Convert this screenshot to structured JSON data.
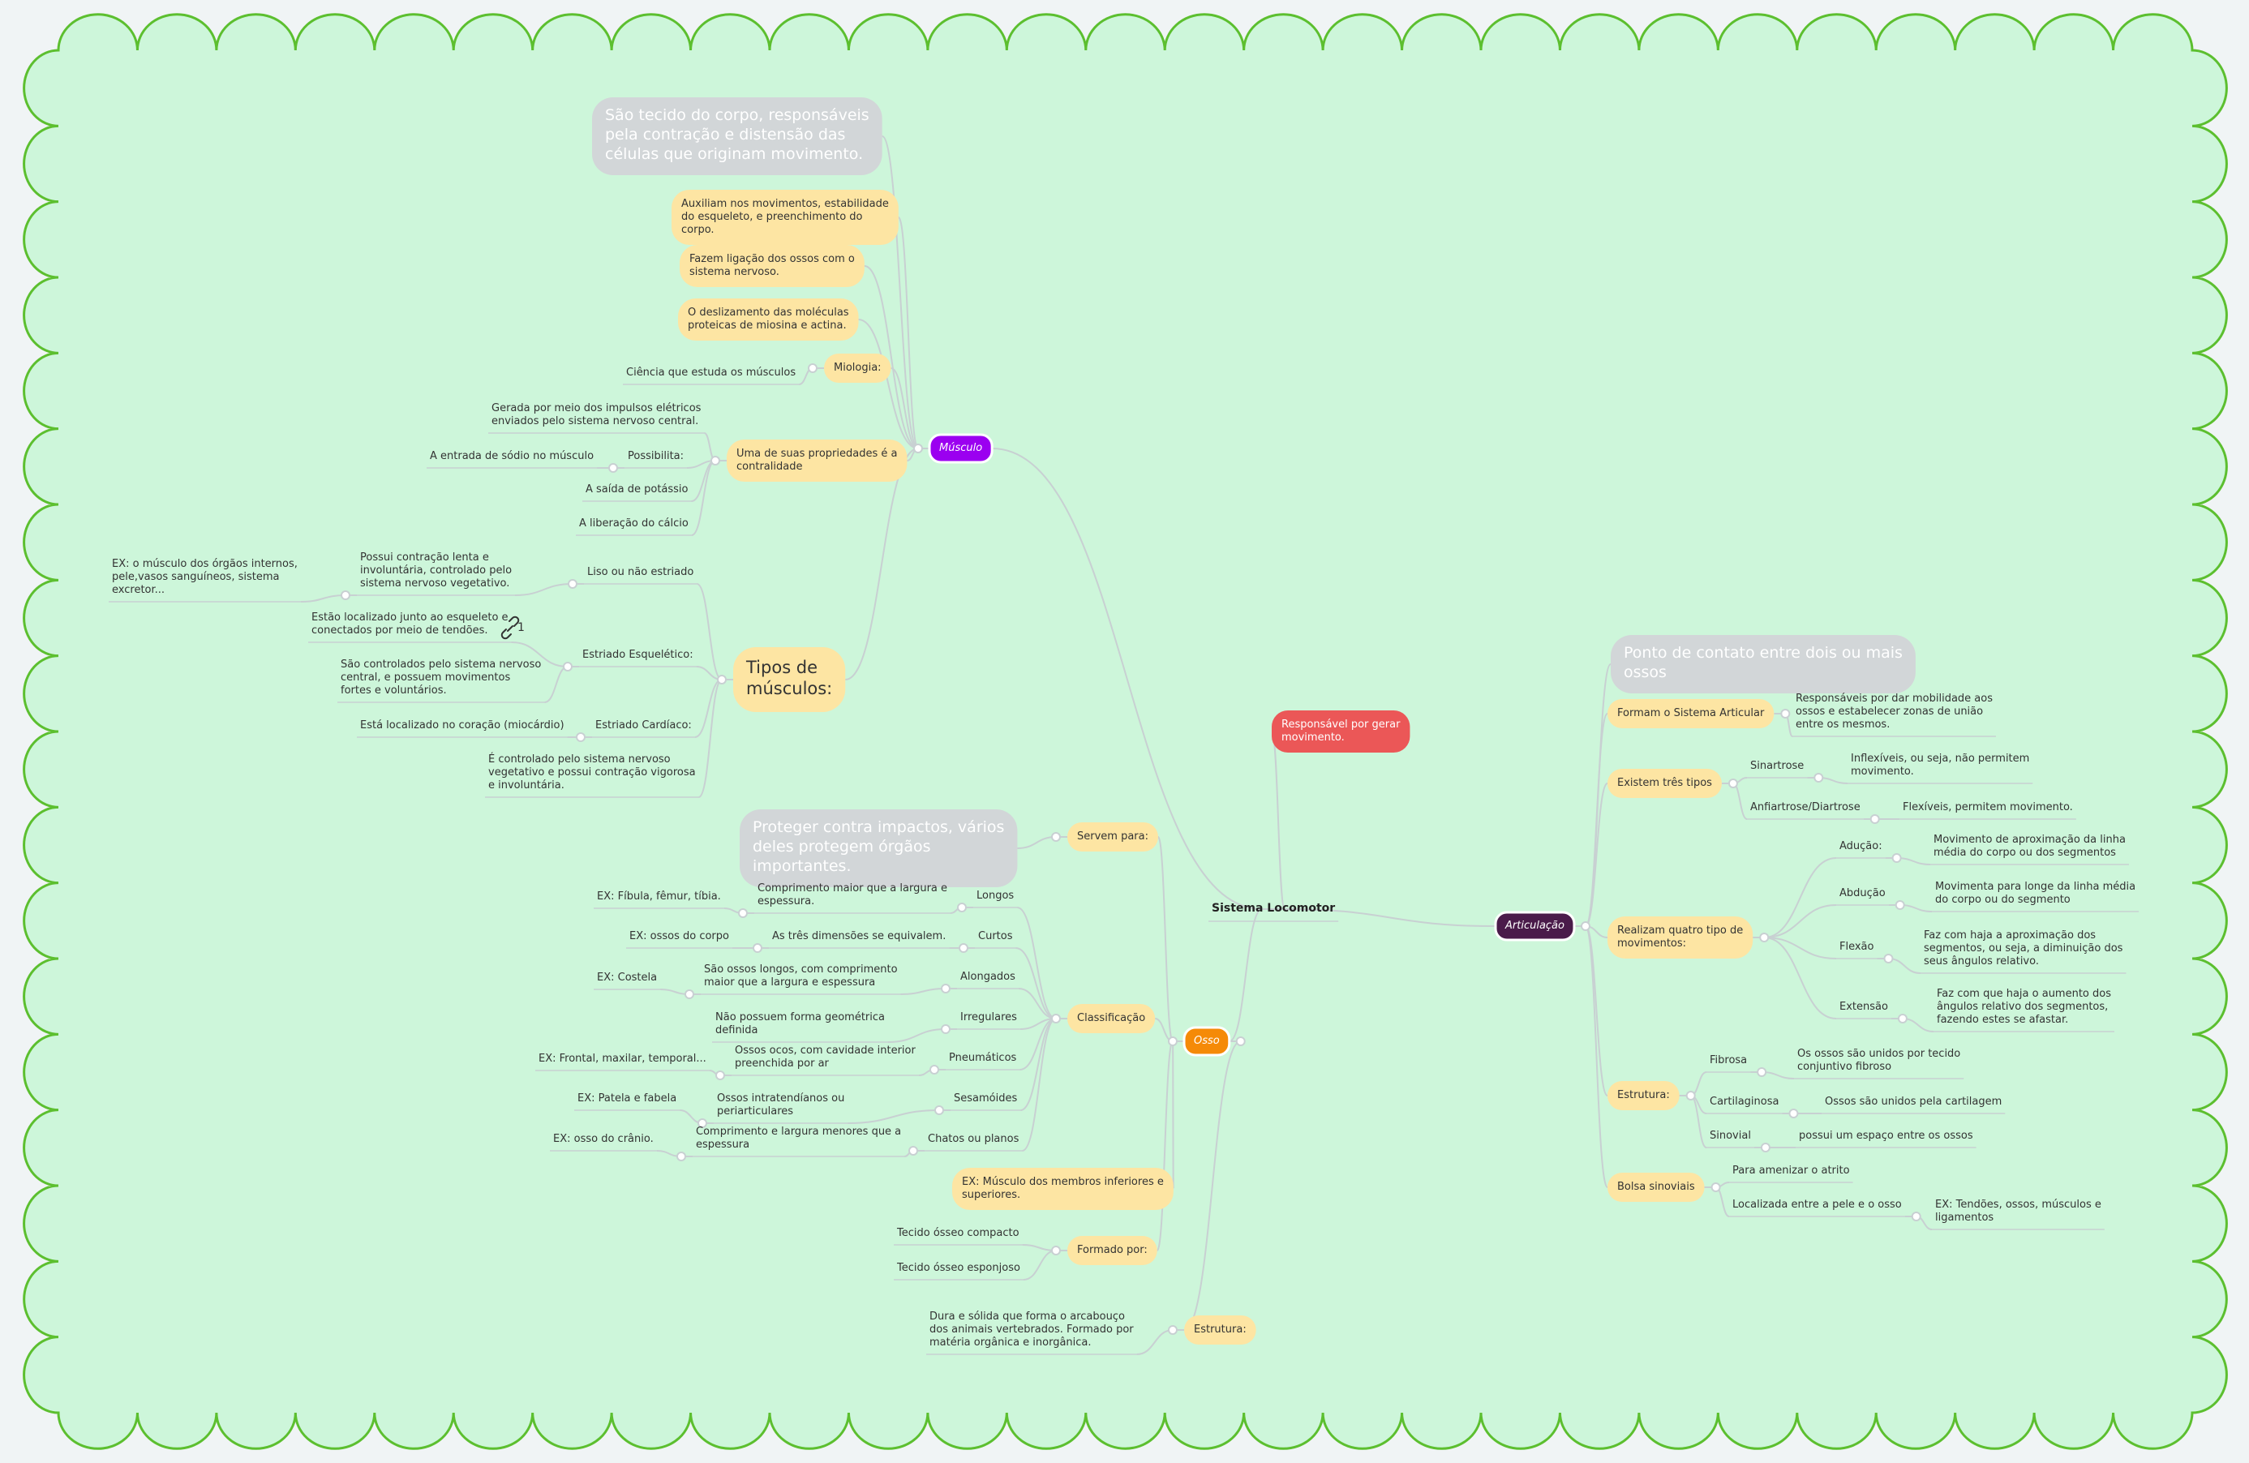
{
  "nodes": [
    {
      "id": "root",
      "text": "Sistema Locomotor",
      "style": "root"
    },
    {
      "id": "musculo",
      "text": "Músculo",
      "style": "branch",
      "color": "#9b00f0"
    },
    {
      "id": "m_def",
      "text": "São tecido do corpo, responsáveis pela contração e distensão das células que originam movimento.",
      "style": "grey-big"
    },
    {
      "id": "m_aux",
      "text": "Auxiliam nos movimentos, estabilidade do esqueleto, e preenchimento do corpo.",
      "style": "yellow"
    },
    {
      "id": "m_lig",
      "text": "Fazem ligação dos ossos com o sistema nervoso.",
      "style": "yellow"
    },
    {
      "id": "m_desl",
      "text": "O deslizamento das moléculas proteicas de miosina e actina.",
      "style": "yellow"
    },
    {
      "id": "m_mio",
      "text": "Miologia:",
      "style": "yellow"
    },
    {
      "id": "m_mio_c",
      "text": "Ciência que estuda os músculos",
      "style": "plain"
    },
    {
      "id": "m_prop",
      "text": "Uma de suas propriedades é a contralidade",
      "style": "yellow"
    },
    {
      "id": "m_ger",
      "text": "Gerada por meio dos impulsos elétricos enviados pelo sistema nervoso central.",
      "style": "plain"
    },
    {
      "id": "m_poss",
      "text": "Possibilita:",
      "style": "plain"
    },
    {
      "id": "m_sodio",
      "text": "A entrada de sódio no músculo",
      "style": "plain"
    },
    {
      "id": "m_pot",
      "text": "A saída de potássio",
      "style": "plain"
    },
    {
      "id": "m_calc",
      "text": "A liberação do cálcio",
      "style": "plain"
    },
    {
      "id": "m_tipos",
      "text": "Tipos de músculos:",
      "style": "yellow-big"
    },
    {
      "id": "m_liso",
      "text": "Liso ou não estriado",
      "style": "plain"
    },
    {
      "id": "m_liso_d",
      "text": "Possui contração lenta e involuntária, controlado pelo sistema nervoso vegetativo.",
      "style": "plain"
    },
    {
      "id": "m_liso_ex",
      "text": "EX: o músculo dos órgãos internos, pele,vasos sanguíneos, sistema excretor...",
      "style": "plain"
    },
    {
      "id": "m_esq",
      "text": "Estriado Esquelético:",
      "style": "plain"
    },
    {
      "id": "m_esq_1",
      "text": "Estão localizado junto ao esqueleto e conectados por meio de tendões.",
      "style": "plain"
    },
    {
      "id": "m_esq_2",
      "text": "São controlados pelo sistema nervoso central, e possuem movimentos fortes e voluntários.",
      "style": "plain"
    },
    {
      "id": "m_card",
      "text": "Estriado Cardíaco:",
      "style": "plain"
    },
    {
      "id": "m_card_1",
      "text": "Está localizado no coração (miocárdio)",
      "style": "plain"
    },
    {
      "id": "m_card_2",
      "text": "É controlado pelo sistema nervoso vegetativo e possui contração vigorosa e involuntária.",
      "style": "plain"
    },
    {
      "id": "gerar",
      "text": "Responsável por gerar movimento.",
      "style": "red"
    },
    {
      "id": "osso",
      "text": "Osso",
      "style": "branch",
      "color": "#f58a07"
    },
    {
      "id": "o_serv",
      "text": "Servem para:",
      "style": "yellow"
    },
    {
      "id": "o_prot",
      "text": "Proteger contra impactos, vários deles protegem órgãos importantes.",
      "style": "grey-big"
    },
    {
      "id": "o_class",
      "text": "Classificação",
      "style": "yellow"
    },
    {
      "id": "o_longos",
      "text": "Longos",
      "style": "plain"
    },
    {
      "id": "o_longos_d",
      "text": "Comprimento maior que a largura e espessura.",
      "style": "plain"
    },
    {
      "id": "o_longos_ex",
      "text": "EX: Fíbula, fêmur, tíbia.",
      "style": "plain"
    },
    {
      "id": "o_curtos",
      "text": "Curtos",
      "style": "plain"
    },
    {
      "id": "o_curtos_d",
      "text": "As três dimensões se equivalem.",
      "style": "plain"
    },
    {
      "id": "o_curtos_ex",
      "text": "EX: ossos do corpo",
      "style": "plain"
    },
    {
      "id": "o_along",
      "text": "Alongados",
      "style": "plain"
    },
    {
      "id": "o_along_d",
      "text": "São ossos longos, com comprimento maior que a largura e espessura",
      "style": "plain"
    },
    {
      "id": "o_along_ex",
      "text": "EX: Costela",
      "style": "plain"
    },
    {
      "id": "o_irreg",
      "text": "Irregulares",
      "style": "plain"
    },
    {
      "id": "o_irreg_d",
      "text": "Não possuem forma geométrica definida",
      "style": "plain"
    },
    {
      "id": "o_pneu",
      "text": "Pneumáticos",
      "style": "plain"
    },
    {
      "id": "o_pneu_d",
      "text": "Ossos ocos, com cavidade interior preenchida por ar",
      "style": "plain"
    },
    {
      "id": "o_pneu_ex",
      "text": "EX: Frontal, maxilar, temporal...",
      "style": "plain"
    },
    {
      "id": "o_ses",
      "text": "Sesamóides",
      "style": "plain"
    },
    {
      "id": "o_ses_d",
      "text": "Ossos intratendíanos ou periarticulares",
      "style": "plain"
    },
    {
      "id": "o_ses_ex",
      "text": "EX: Patela e fabela",
      "style": "plain"
    },
    {
      "id": "o_chatos",
      "text": "Chatos ou planos",
      "style": "plain"
    },
    {
      "id": "o_chatos_d",
      "text": "Comprimento e largura menores que a espessura",
      "style": "plain"
    },
    {
      "id": "o_chatos_ex",
      "text": "EX: osso do crânio.",
      "style": "plain"
    },
    {
      "id": "o_exm",
      "text": "EX: Músculo dos membros inferiores e superiores.",
      "style": "yellow"
    },
    {
      "id": "o_form",
      "text": "Formado por:",
      "style": "yellow"
    },
    {
      "id": "o_comp",
      "text": "Tecido ósseo compacto",
      "style": "plain"
    },
    {
      "id": "o_esp",
      "text": "Tecido ósseo esponjoso",
      "style": "plain"
    },
    {
      "id": "o_estr",
      "text": "Estrutura:",
      "style": "yellow"
    },
    {
      "id": "o_estr_d",
      "text": "Dura e sólida que forma o arcabouço dos animais vertebrados. Formado por matéria orgânica e inorgânica.",
      "style": "plain"
    },
    {
      "id": "artic",
      "text": "Articulação",
      "style": "branch",
      "color": "#4a1b4a"
    },
    {
      "id": "a_def",
      "text": "Ponto de contato entre dois ou mais ossos",
      "style": "grey-big"
    },
    {
      "id": "a_form",
      "text": "Formam o Sistema Articular",
      "style": "yellow"
    },
    {
      "id": "a_form_d",
      "text": "Responsáveis por dar mobilidade aos ossos e estabelecer zonas de união entre os mesmos.",
      "style": "plain"
    },
    {
      "id": "a_tipos",
      "text": "Existem três tipos",
      "style": "yellow"
    },
    {
      "id": "a_sinar",
      "text": "Sinartrose",
      "style": "plain"
    },
    {
      "id": "a_sinar_d",
      "text": "Inflexíveis, ou seja, não permitem movimento.",
      "style": "plain"
    },
    {
      "id": "a_anfi",
      "text": "Anfiartrose/Diartrose",
      "style": "plain"
    },
    {
      "id": "a_anfi_d",
      "text": "Flexíveis, permitem movimento.",
      "style": "plain"
    },
    {
      "id": "a_mov",
      "text": "Realizam quatro tipo de movimentos:",
      "style": "yellow"
    },
    {
      "id": "a_adu",
      "text": "Adução:",
      "style": "plain"
    },
    {
      "id": "a_adu_d",
      "text": "Movimento de aproximação da linha média do corpo ou dos segmentos",
      "style": "plain"
    },
    {
      "id": "a_abd",
      "text": "Abdução",
      "style": "plain"
    },
    {
      "id": "a_abd_d",
      "text": "Movimenta para longe da linha média do corpo ou do segmento",
      "style": "plain"
    },
    {
      "id": "a_flex",
      "text": "Flexão",
      "style": "plain"
    },
    {
      "id": "a_flex_d",
      "text": "Faz com haja a aproximação dos segmentos, ou seja, a diminuição dos seus ângulos relativo.",
      "style": "plain"
    },
    {
      "id": "a_ext",
      "text": "Extensão",
      "style": "plain"
    },
    {
      "id": "a_ext_d",
      "text": "Faz com que haja o aumento dos ângulos relativo dos segmentos, fazendo estes se afastar.",
      "style": "plain"
    },
    {
      "id": "a_estr",
      "text": "Estrutura:",
      "style": "yellow"
    },
    {
      "id": "a_fib",
      "text": "Fibrosa",
      "style": "plain"
    },
    {
      "id": "a_fib_d",
      "text": "Os ossos são unidos por tecido conjuntivo fibroso",
      "style": "plain"
    },
    {
      "id": "a_cart",
      "text": "Cartilaginosa",
      "style": "plain"
    },
    {
      "id": "a_cart_d",
      "text": "Ossos são unidos pela cartilagem",
      "style": "plain"
    },
    {
      "id": "a_sino",
      "text": "Sinovial",
      "style": "plain"
    },
    {
      "id": "a_sino_d",
      "text": "possui um espaço entre os ossos",
      "style": "plain"
    },
    {
      "id": "a_bolsa",
      "text": "Bolsa sinoviais",
      "style": "yellow"
    },
    {
      "id": "a_bolsa_1",
      "text": "Para amenizar o atrito",
      "style": "plain"
    },
    {
      "id": "a_bolsa_2",
      "text": "Localizada entre a pele e o osso",
      "style": "plain"
    },
    {
      "id": "a_bolsa_ex",
      "text": "EX: Tendões, ossos, músculos e ligamentos",
      "style": "plain"
    }
  ],
  "link_badge": {
    "icon": "link-icon",
    "count": "1"
  },
  "colors": {
    "canvas": "#cdf6da",
    "canvas_border": "#5cbf2f",
    "background": "#f0f4f5",
    "yellow": "#fde5a3",
    "grey": "#d2d6d8",
    "red": "#eb5757",
    "line": "#c8d0d2"
  }
}
